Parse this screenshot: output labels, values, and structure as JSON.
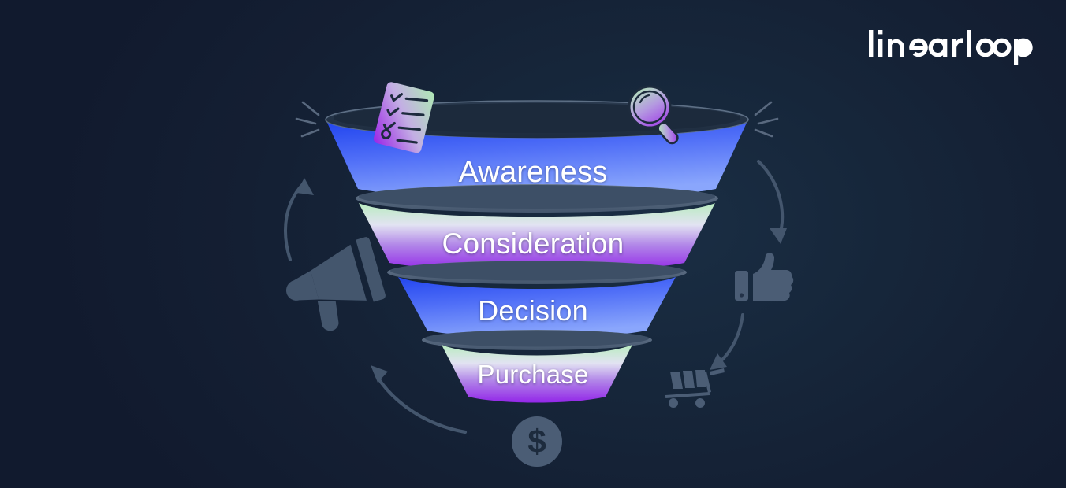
{
  "brand": {
    "name": "linearloop",
    "logo_color": "#ffffff"
  },
  "theme": {
    "background_dark": "#131c33",
    "background_mid": "#16293d",
    "accent_blue_dark": "#2f56f0",
    "accent_blue_light": "#7d9dfb",
    "accent_green": "#b9e9bd",
    "accent_purple": "#9b35e8",
    "icon_slate": "#4b5d75",
    "rim_slate": "#5a6b80",
    "label_color": "#ffffff"
  },
  "diagram": {
    "type": "marketing-funnel",
    "stages": [
      {
        "id": "awareness",
        "label": "Awareness",
        "order": 1,
        "palette": "blue"
      },
      {
        "id": "consideration",
        "label": "Consideration",
        "order": 2,
        "palette": "purple"
      },
      {
        "id": "decision",
        "label": "Decision",
        "order": 3,
        "palette": "blue"
      },
      {
        "id": "purchase",
        "label": "Purchase",
        "order": 4,
        "palette": "purple"
      }
    ],
    "decorations": [
      {
        "id": "checklist",
        "name": "checklist-icon",
        "style": "gradient",
        "position": "top-left-of-funnel"
      },
      {
        "id": "magnifier",
        "name": "magnifier-icon",
        "style": "gradient",
        "position": "top-right-of-funnel"
      },
      {
        "id": "megaphone",
        "name": "megaphone-icon",
        "style": "silhouette",
        "position": "left"
      },
      {
        "id": "thumbsup",
        "name": "thumbs-up-icon",
        "style": "silhouette",
        "position": "right"
      },
      {
        "id": "cart",
        "name": "shopping-cart-icon",
        "style": "silhouette",
        "position": "bottom-right"
      },
      {
        "id": "dollar",
        "name": "dollar-coin-icon",
        "style": "silhouette",
        "position": "bottom-center",
        "symbol": "$"
      }
    ],
    "flow_arrows": [
      {
        "id": "arrow-left-up",
        "direction": "up",
        "side": "left"
      },
      {
        "id": "arrow-right-down",
        "direction": "down",
        "side": "right"
      },
      {
        "id": "arrow-bottom-left",
        "direction": "up-left",
        "side": "bottom-left"
      },
      {
        "id": "arrow-right-lower",
        "direction": "down-left",
        "side": "right-lower"
      }
    ]
  }
}
